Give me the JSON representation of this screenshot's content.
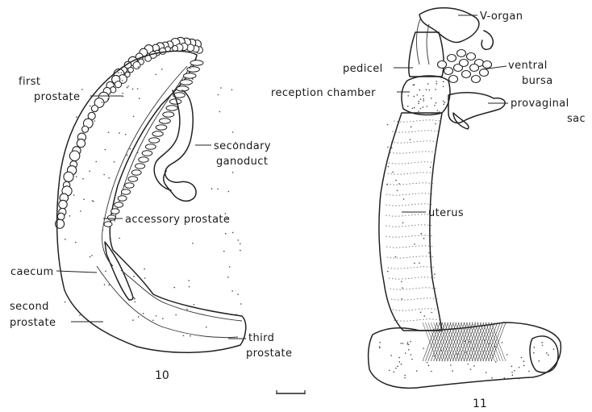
{
  "figure10": {
    "number": "10",
    "labels": {
      "first_prostate_1": "first",
      "first_prostate_2": "prostate",
      "secondary_ganoduct_1": "secondary",
      "secondary_ganoduct_2": "ganoduct",
      "accessory_prostate": "accessory prostate",
      "caecum": "caecum",
      "second_prostate_1": "second",
      "second_prostate_2": "prostate",
      "third_prostate_1": "third",
      "third_prostate_2": "prostate"
    }
  },
  "figure11": {
    "number": "11",
    "labels": {
      "v_organ": "V-organ",
      "pedicel": "pedicel",
      "ventral_bursa_1": "ventral",
      "ventral_bursa_2": "bursa",
      "reception_chamber": "reception chamber",
      "provaginal_sac_1": "provaginal",
      "provaginal_sac_2": "sac",
      "uterus": "uterus"
    }
  },
  "scale_bar": {
    "label": ""
  }
}
